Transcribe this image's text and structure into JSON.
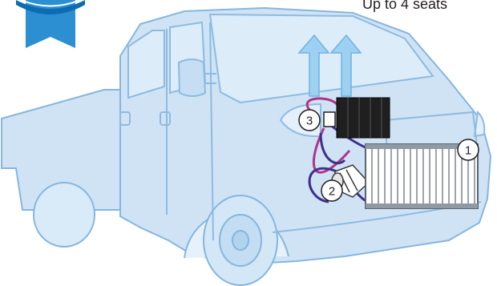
{
  "caption": "Up to 4 seats",
  "callouts": [
    {
      "number": "1",
      "component": "condenser"
    },
    {
      "number": "2",
      "component": "compressor"
    },
    {
      "number": "3",
      "component": "evaporator"
    }
  ],
  "colors": {
    "body_fill": "#cfe3f5",
    "body_stroke": "#86b6de",
    "ribbon": "#2b8fd1",
    "ribbon_dark": "#0c6cb2",
    "arrow": "#9ed0f2",
    "hose_purple": "#3e2f8c",
    "hose_magenta": "#b0338a",
    "component_dark": "#1f1f1f",
    "condenser_frame": "#5c6670"
  },
  "icons": [
    "ribbon-badge-icon",
    "airflow-arrow-icon"
  ]
}
